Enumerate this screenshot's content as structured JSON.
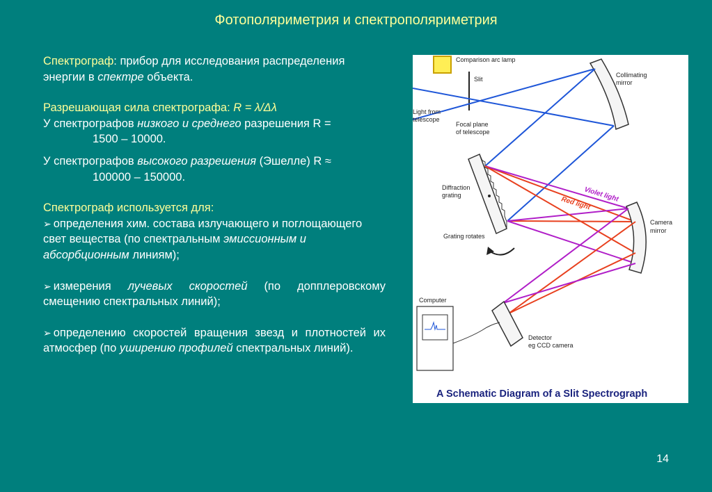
{
  "title": "Фотополяриметрия и спектрополяриметрия",
  "page_number": "14",
  "text": {
    "def_term": "Спектрограф",
    "def_rest": ": прибор для исследования распределения энергии в ",
    "def_italic": "спектре",
    "def_end": " объекта.",
    "resolution_label": "Разрешающая сила спектрографа: ",
    "resolution_formula": "R = λ/Δλ",
    "low_prefix": "У спектрографов ",
    "low_italic": "низкого и среднего",
    "low_suffix": " разрешения R =",
    "low_range": "1500 – 10000.",
    "high_prefix": "У спектрографов ",
    "high_italic": "высокого разрешения",
    "high_suffix": " (Эшелле) R ≈",
    "high_range": "100000 – 150000.",
    "uses_header": "Спектрограф используется для:",
    "bullet1_a": "определения хим. состава излучающего и поглощающего свет вещества (по спектральным ",
    "bullet1_italic": "эмиссионным и абсорбционным",
    "bullet1_b": " линиям);",
    "bullet2_a": "измерения ",
    "bullet2_italic": "лучевых скоростей",
    "bullet2_b": " (по допплеровскому смещению спектральных линий);",
    "bullet3_a": "определению скоростей вращения звезд и плотностей их атмосфер (по ",
    "bullet3_italic": "уширению профилей",
    "bullet3_b": " спектральных линий)."
  },
  "diagram": {
    "comparison_lamp": "Comparison arc lamp",
    "slit": "Slit",
    "light_from_telescope_1": "Light from",
    "light_from_telescope_2": "telescope",
    "focal_plane_1": "Focal plane",
    "focal_plane_2": "of telescope",
    "collimating_1": "Collimating",
    "collimating_2": "mirror",
    "diffraction_1": "Diffraction",
    "diffraction_2": "grating",
    "grating_rotates": "Grating rotates",
    "violet_light": "Violet light",
    "red_light": "Red light",
    "camera_1": "Camera",
    "camera_2": "mirror",
    "computer": "Computer",
    "detector_1": "Detector",
    "detector_2": "eg CCD camera",
    "caption": "A Schematic Diagram of a Slit Spectrograph",
    "colors": {
      "blue_beam": "#1e56d8",
      "violet_beam": "#b01ec8",
      "red_beam": "#e8401e",
      "lamp": "#ffee55",
      "caption": "#1a237e"
    }
  }
}
